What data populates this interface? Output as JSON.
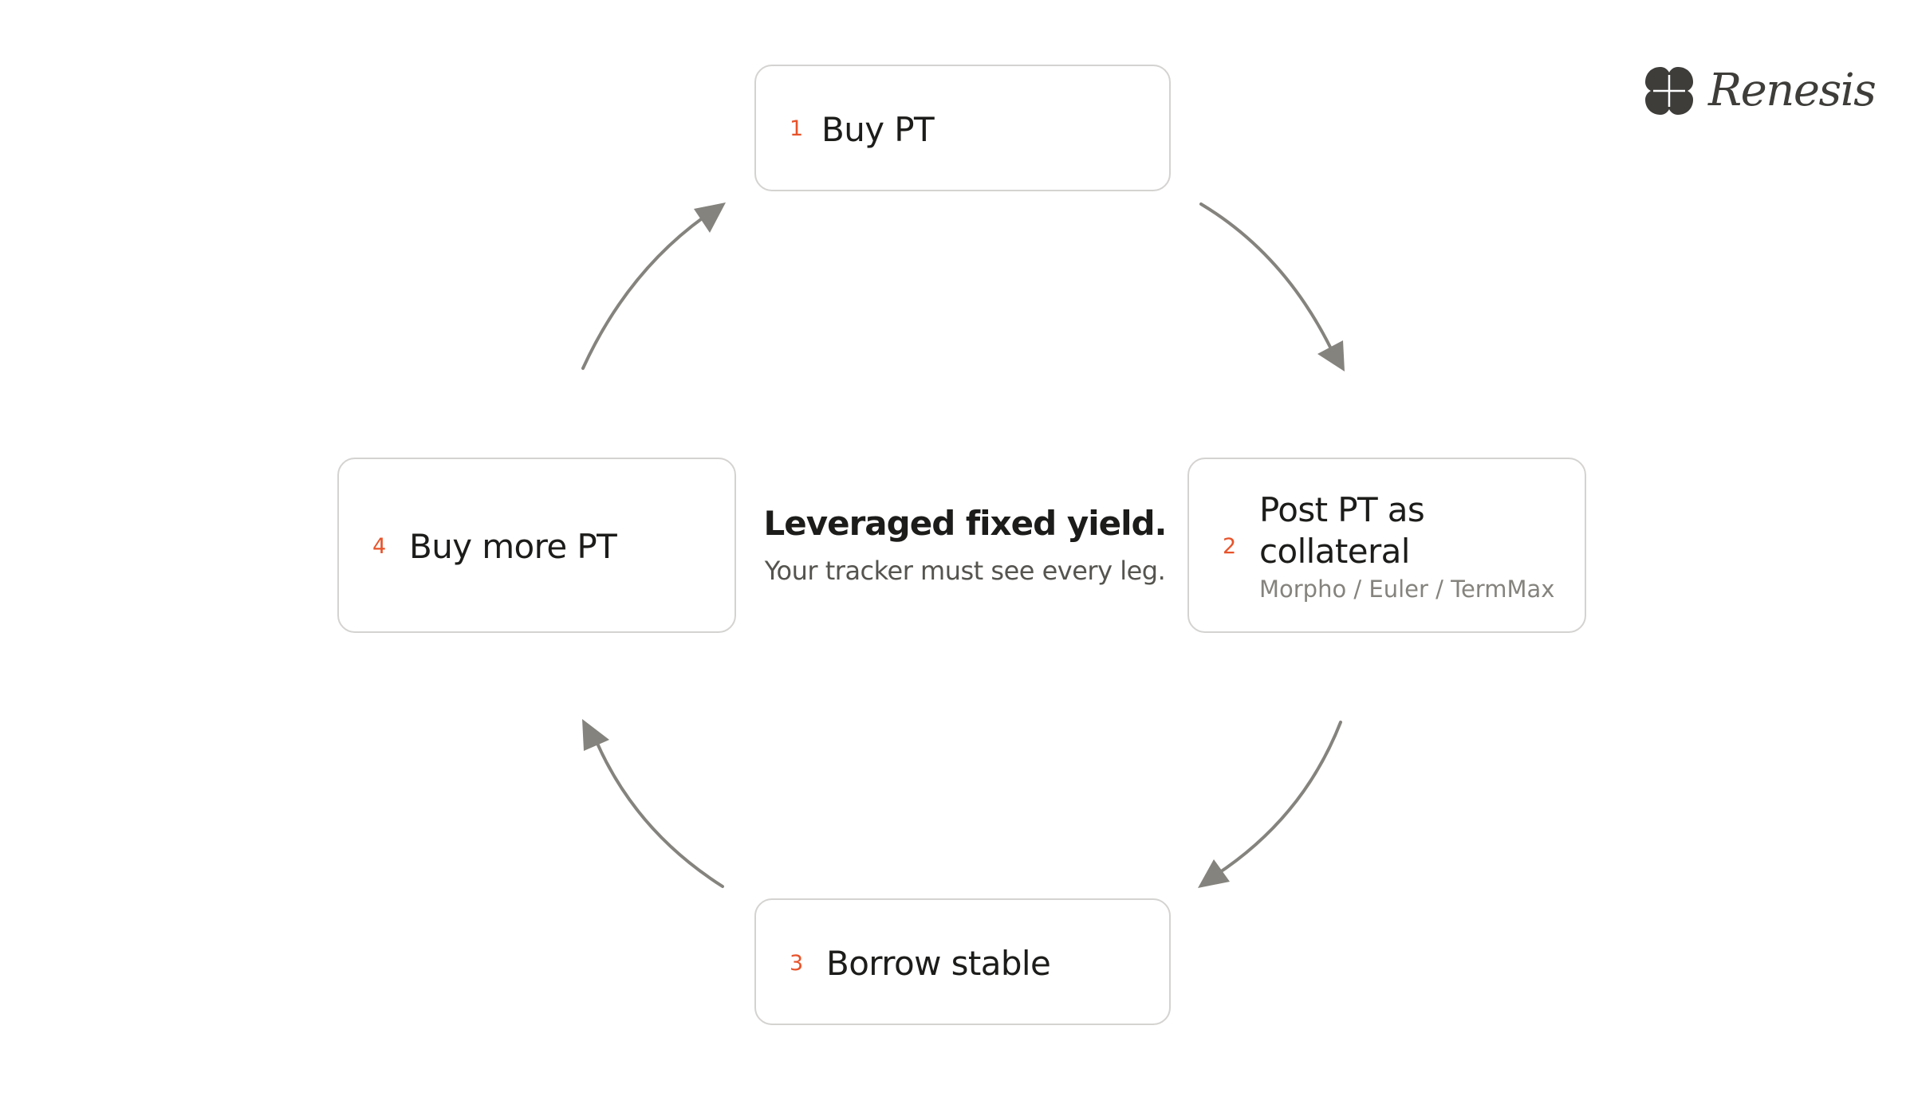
{
  "diagram": {
    "steps": [
      {
        "number": "1",
        "title": "Buy PT"
      },
      {
        "number": "2",
        "title": "Post PT as collateral",
        "subtitle": "Morpho / Euler / TermMax"
      },
      {
        "number": "3",
        "title": "Borrow stable"
      },
      {
        "number": "4",
        "title": "Buy more PT"
      }
    ],
    "center": {
      "title": "Leveraged fixed yield.",
      "subtitle": "Your tracker must see every leg."
    }
  },
  "brand": {
    "name": "Renesis",
    "logo_icon": "four-petal-clover-icon"
  },
  "colors": {
    "accent": "#e8532a",
    "arrow": "#85837d",
    "border": "#d4d3d1",
    "text": "#1c1c1a",
    "muted": "#85837d"
  }
}
